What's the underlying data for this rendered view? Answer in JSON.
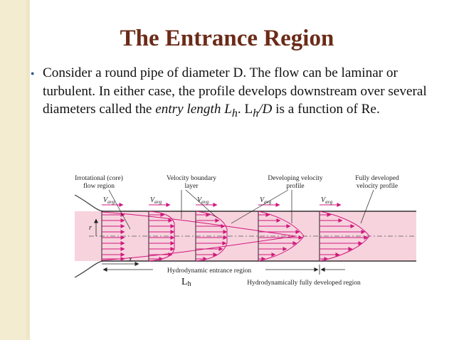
{
  "slide": {
    "title": "The Entrance Region",
    "bullet_prefix": "Consider a round pipe of diameter D.  The flow can be laminar or turbulent.  In either case, the profile develops downstream over several diameters called the ",
    "bullet_term": "entry length L",
    "bullet_term_sub": "h",
    "bullet_mid": ". L",
    "bullet_mid_sub": "h",
    "bullet_ratio": "/D",
    "bullet_suffix": " is a function of Re."
  },
  "diagram": {
    "labels": {
      "irrotational_1": "Irrotational (core)",
      "irrotational_2": "flow region",
      "boundary_1": "Velocity boundary",
      "boundary_2": "layer",
      "developing_1": "Developing velocity",
      "developing_2": "profile",
      "developed_1": "Fully developed",
      "developed_2": "velocity profile",
      "vavg_v": "V",
      "vavg_sub": "avg",
      "r_axis": "r",
      "x_axis": "x",
      "entrance_region": "Hydrodynamic entrance region",
      "developed_region": "Hydrodynamically fully developed region",
      "lh_label": "L",
      "lh_sub": "h"
    },
    "colors": {
      "pipe_fill": "#f7d3de",
      "arrow": "#d0187c",
      "wall": "#333333",
      "title": "#6b2b18",
      "bullet": "#2e5a89",
      "accent_bg": "#f4ecd0"
    }
  }
}
